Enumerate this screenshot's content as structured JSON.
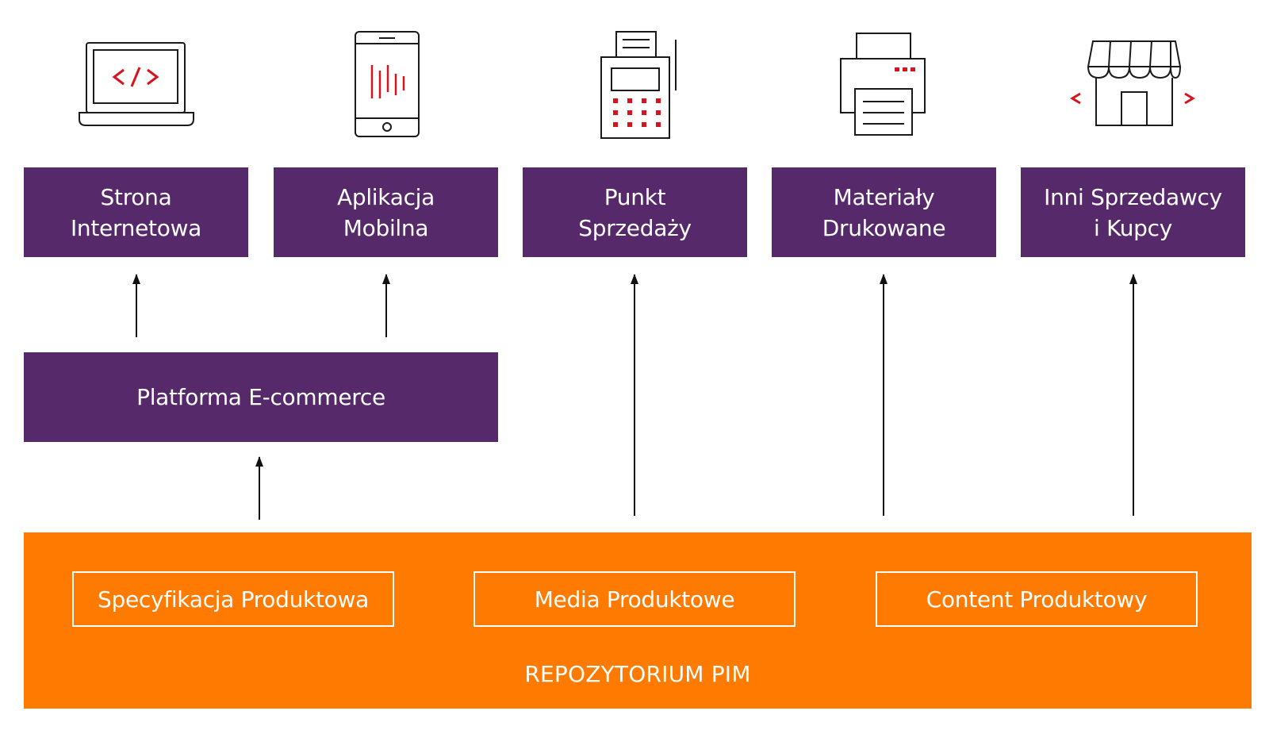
{
  "channels": [
    {
      "line1": "Strona",
      "line2": "Internetowa",
      "icon": "laptop-code-icon"
    },
    {
      "line1": "Aplikacja",
      "line2": "Mobilna",
      "icon": "smartphone-icon"
    },
    {
      "line1": "Punkt",
      "line2": "Sprzedaży",
      "icon": "pos-terminal-icon"
    },
    {
      "line1": "Materiały",
      "line2": "Drukowane",
      "icon": "printer-icon"
    },
    {
      "line1": "Inni Sprzedawcy",
      "line2": "i Kupcy",
      "icon": "storefront-icon"
    }
  ],
  "platform": {
    "label": "Platforma E-commerce"
  },
  "repository": {
    "title": "REPOZYTORIUM PIM",
    "boxes": [
      {
        "label": "Specyfikacja Produktowa"
      },
      {
        "label": "Media Produktowe"
      },
      {
        "label": "Content Produktowy"
      }
    ]
  },
  "colors": {
    "purple": "#56296a",
    "orange": "#ff7a00",
    "accent_red": "#d7141e",
    "outline": "#1a1a1a"
  }
}
